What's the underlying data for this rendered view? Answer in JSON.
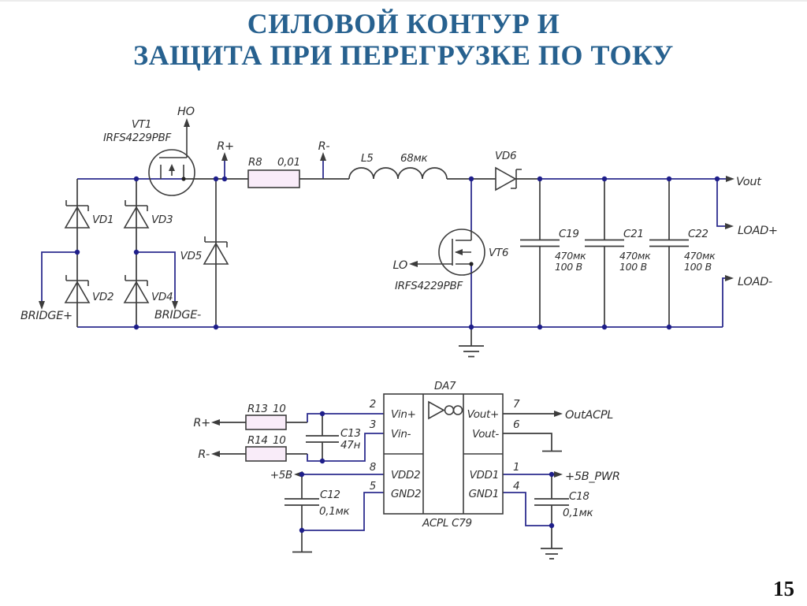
{
  "title": {
    "line1": "СИЛОВОЙ КОНТУР И",
    "line2": "ЗАЩИТА ПРИ ПЕРЕГРУЗКЕ ПО ТОКУ"
  },
  "page_number": "15",
  "colors": {
    "title_blue": "#27618f",
    "wire_blue": "#2d2d8f",
    "wire_dark": "#3c3c3c",
    "resistor_fill": "#f9ecf9",
    "junction_dot": "#1e1e8a"
  },
  "power": {
    "vt1": {
      "ref": "VT1",
      "part": "IRFS4229PBF",
      "gate": "HO"
    },
    "vt6": {
      "ref": "VT6",
      "part": "IRFS4229PBF",
      "gate": "LO"
    },
    "r_plus": "R+",
    "r_minus": "R-",
    "r8": {
      "ref": "R8",
      "value": "0,01"
    },
    "l5": {
      "ref": "L5",
      "value": "68мк"
    },
    "vd1": "VD1",
    "vd2": "VD2",
    "vd3": "VD3",
    "vd4": "VD4",
    "vd5": "VD5",
    "vd6": "VD6",
    "caps": [
      {
        "ref": "C19",
        "value": "470мк",
        "voltage": "100 В"
      },
      {
        "ref": "C21",
        "value": "470мк",
        "voltage": "100 В"
      },
      {
        "ref": "C22",
        "value": "470мк",
        "voltage": "100 В"
      }
    ],
    "vout": "Vout",
    "load_plus": "LOAD+",
    "load_minus": "LOAD-",
    "bridge_plus": "BRIDGE+",
    "bridge_minus": "BRIDGE-"
  },
  "sense": {
    "ic": {
      "ref": "DA7",
      "part": "ACPL C79",
      "left_pins": [
        {
          "num": "2",
          "label": "Vin+"
        },
        {
          "num": "3",
          "label": "Vin-"
        },
        {
          "num": "8",
          "label": "VDD2"
        },
        {
          "num": "5",
          "label": "GND2"
        }
      ],
      "right_pins": [
        {
          "num": "7",
          "label": "Vout+"
        },
        {
          "num": "6",
          "label": "Vout-"
        },
        {
          "num": "1",
          "label": "VDD1"
        },
        {
          "num": "4",
          "label": "GND1"
        }
      ]
    },
    "r_plus": "R+",
    "r_minus": "R-",
    "r13": {
      "ref": "R13",
      "value": "10"
    },
    "r14": {
      "ref": "R14",
      "value": "10"
    },
    "c13": {
      "ref": "C13",
      "value": "47н"
    },
    "c12": {
      "ref": "C12",
      "value": "0,1мк"
    },
    "c18": {
      "ref": "C18",
      "value": "0,1мк"
    },
    "supply": "+5В",
    "supply_pwr": "+5В_PWR",
    "out": "OutACPL"
  }
}
